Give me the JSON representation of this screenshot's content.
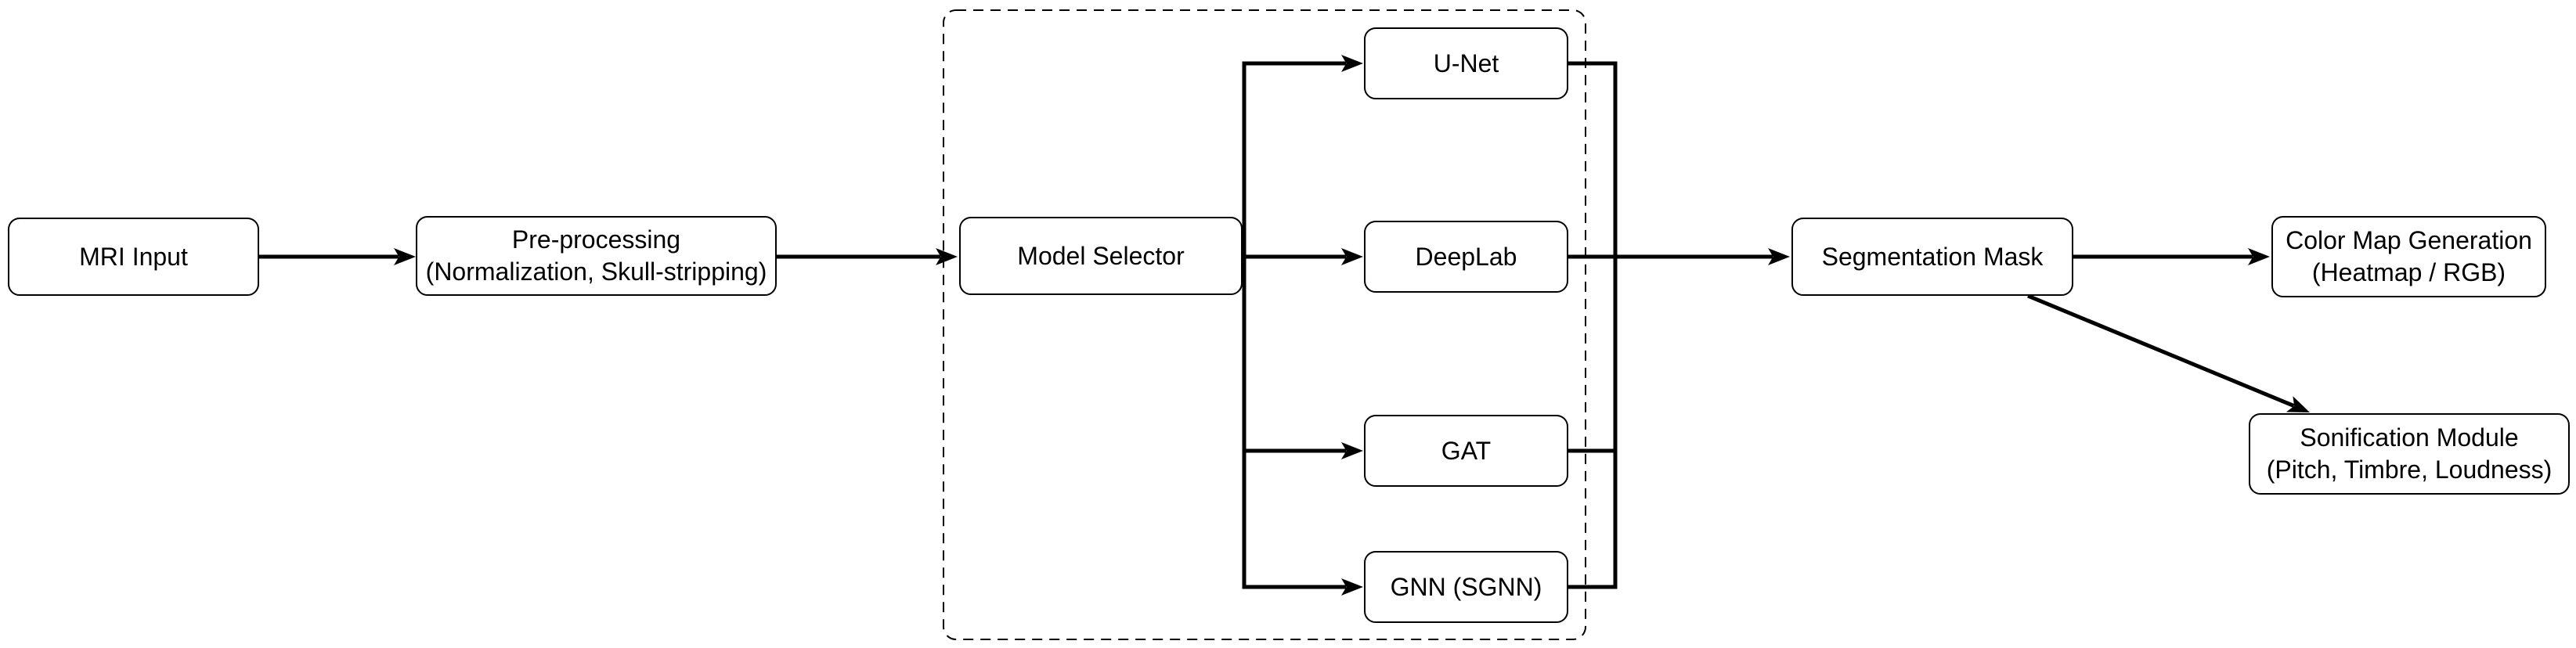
{
  "figure": {
    "type": "flowchart",
    "background_color": "#ffffff",
    "line_color": "#000000",
    "box_fill": "#ffffff",
    "box_border_color": "#000000",
    "group_border_style": "dashed"
  },
  "nodes": {
    "mri": {
      "label": "MRI Input"
    },
    "preprocessing": {
      "line1": "Pre-processing",
      "line2": "(Normalization, Skull-stripping)"
    },
    "model_selector": {
      "label": "Model Selector"
    },
    "unet": {
      "label": "U-Net"
    },
    "deeplab": {
      "label": "DeepLab"
    },
    "gat": {
      "label": "GAT"
    },
    "gnn": {
      "label": "GNN (SGNN)"
    },
    "segmentation_mask": {
      "label": "Segmentation Mask"
    },
    "color_map": {
      "line1": "Color Map Generation",
      "line2": "(Heatmap / RGB)"
    },
    "sonification": {
      "line1": "Sonification Module",
      "line2": "(Pitch, Timbre, Loudness)"
    }
  },
  "edges": [
    {
      "from": "mri",
      "to": "preprocessing",
      "arrow": true
    },
    {
      "from": "preprocessing",
      "to": "model_selector",
      "arrow": true
    },
    {
      "from": "model_selector",
      "to": "unet",
      "arrow": true
    },
    {
      "from": "model_selector",
      "to": "deeplab",
      "arrow": true
    },
    {
      "from": "model_selector",
      "to": "gat",
      "arrow": true
    },
    {
      "from": "model_selector",
      "to": "gnn",
      "arrow": true
    },
    {
      "from": "unet",
      "to": "segmentation_mask",
      "arrow": true
    },
    {
      "from": "deeplab",
      "to": "segmentation_mask",
      "arrow": true
    },
    {
      "from": "gat",
      "to": "segmentation_mask",
      "arrow": true
    },
    {
      "from": "gnn",
      "to": "segmentation_mask",
      "arrow": true
    },
    {
      "from": "segmentation_mask",
      "to": "color_map",
      "arrow": true
    },
    {
      "from": "segmentation_mask",
      "to": "sonification",
      "arrow": true
    }
  ]
}
